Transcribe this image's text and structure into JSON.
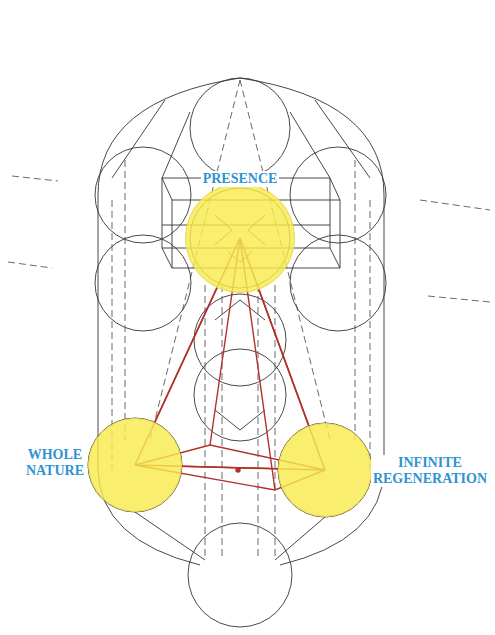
{
  "diagram": {
    "nodes": [
      {
        "text": [
          "PRESENCE"
        ]
      },
      {
        "text": [
          "WHOLE NATURE"
        ]
      },
      {
        "text": [
          "INFINITE REGENERATION"
        ]
      }
    ],
    "edges": [
      {
        "from": 0,
        "to": 1,
        "arrow": "none"
      },
      {
        "from": 0,
        "to": 2,
        "arrow": "none"
      },
      {
        "from": 1,
        "to": 2,
        "arrow": "none"
      }
    ]
  }
}
